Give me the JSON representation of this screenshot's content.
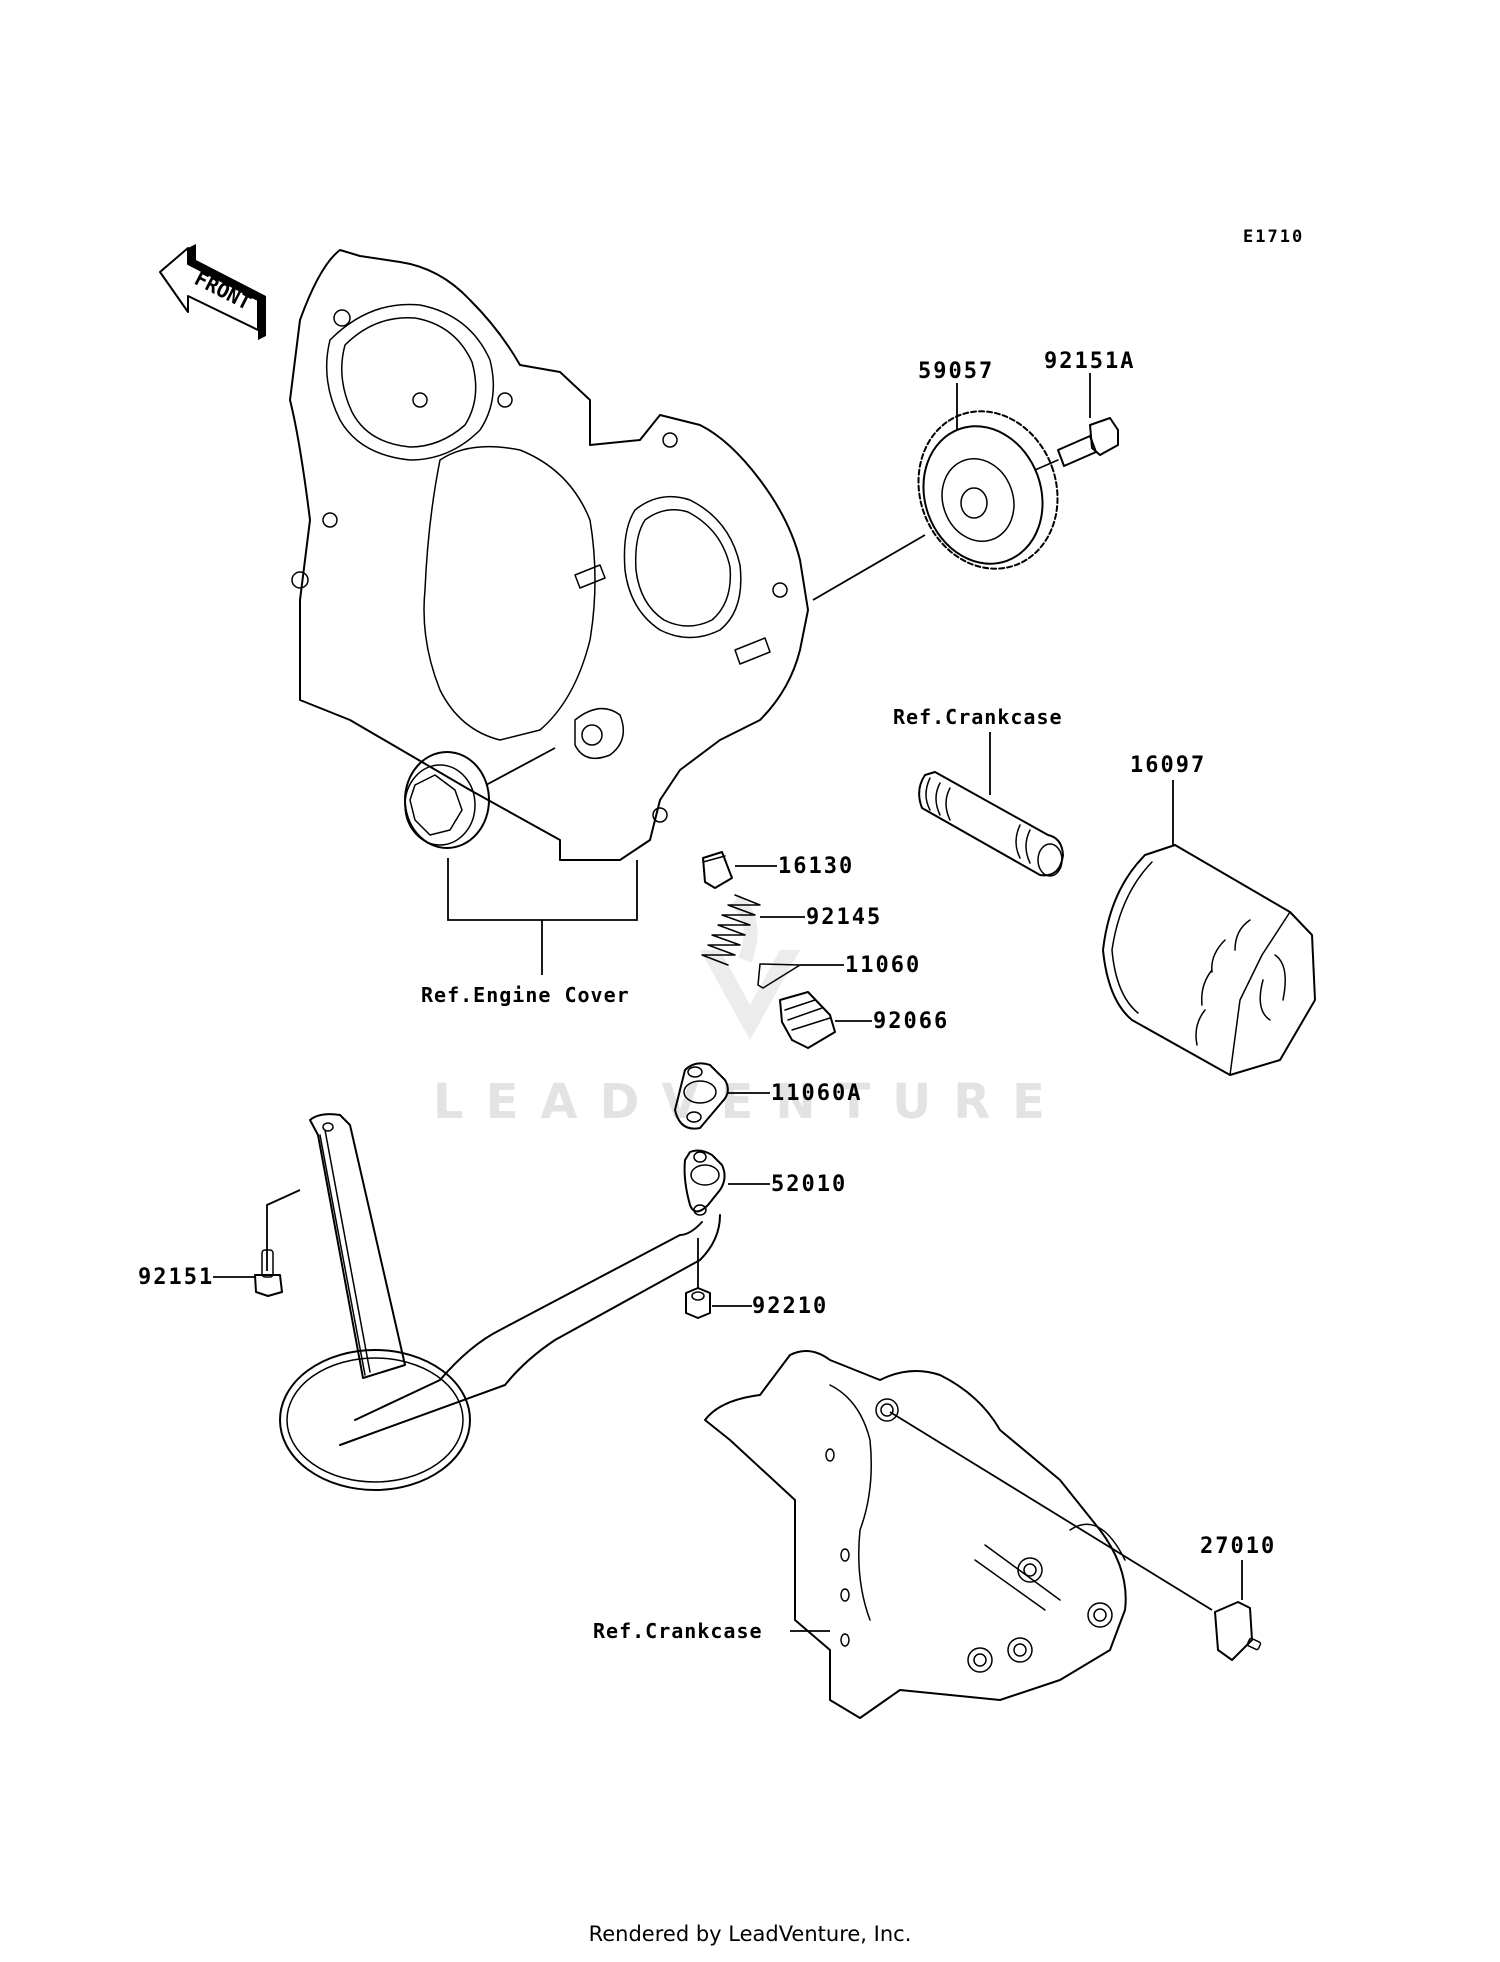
{
  "diagram": {
    "code": "E1710",
    "direction_indicator": "FRONT",
    "watermark": "LEADVENTURE",
    "footer": "Rendered by LeadVenture, Inc.",
    "colors": {
      "line": "#000000",
      "background": "#ffffff",
      "watermark": "#e3e3e3"
    }
  },
  "parts": [
    {
      "id": "59057",
      "label": "59057",
      "name": "gear"
    },
    {
      "id": "92151A",
      "label": "92151A",
      "name": "bolt"
    },
    {
      "id": "16097",
      "label": "16097",
      "name": "oil-filter"
    },
    {
      "id": "16130",
      "label": "16130",
      "name": "relief-valve-plunger"
    },
    {
      "id": "92145",
      "label": "92145",
      "name": "spring"
    },
    {
      "id": "11060",
      "label": "11060",
      "name": "gasket"
    },
    {
      "id": "92066",
      "label": "92066",
      "name": "plug"
    },
    {
      "id": "11060A",
      "label": "11060A",
      "name": "gasket"
    },
    {
      "id": "52010",
      "label": "52010",
      "name": "oil-strainer"
    },
    {
      "id": "92151",
      "label": "92151",
      "name": "bolt"
    },
    {
      "id": "92210",
      "label": "92210",
      "name": "nut"
    },
    {
      "id": "27010",
      "label": "27010",
      "name": "oil-pressure-switch"
    }
  ],
  "references": {
    "crankcase_upper": "Ref.Crankcase",
    "engine_cover": "Ref.Engine Cover",
    "crankcase_lower": "Ref.Crankcase"
  }
}
